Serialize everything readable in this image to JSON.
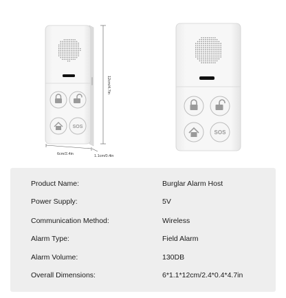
{
  "dimensions": {
    "height_label": "12cm/4.7in",
    "width_label": "6cm/2.4in",
    "depth_label": "1.1cm/0.4in"
  },
  "device": {
    "buttons": [
      {
        "name": "lock-icon"
      },
      {
        "name": "unlock-icon"
      },
      {
        "name": "home-icon"
      },
      {
        "name": "sos-label",
        "label": "SOS"
      }
    ]
  },
  "specs": [
    {
      "label": "Product Name:",
      "value": "Burglar Alarm Host"
    },
    {
      "label": "Power Supply:",
      "value": "5V"
    },
    {
      "label": "Communication Method:",
      "value": "Wireless"
    },
    {
      "label": "Alarm Type:",
      "value": "Field Alarm"
    },
    {
      "label": "Alarm Volume:",
      "value": "130DB"
    },
    {
      "label": "Overall Dimensions:",
      "value": "6*1.1*12cm/2.4*0.4*4.7in"
    }
  ],
  "colors": {
    "device_body": "#f4f4f4",
    "device_border": "#d8d8d8",
    "speaker_hole": "#8c8c8c",
    "indicator": "#111111",
    "button_ring": "#bdbdbd",
    "icon_gray": "#9a9a9a",
    "table_bg": "#eeeeee"
  }
}
